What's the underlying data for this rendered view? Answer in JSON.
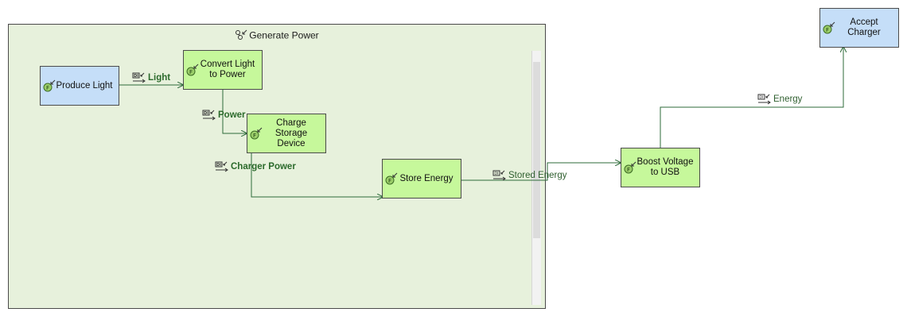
{
  "container": {
    "title": "Generate Power",
    "icon": "function-chain-icon"
  },
  "nodes": {
    "produce_light": {
      "label": "Produce Light",
      "icon": "function-icon",
      "color": "#c5def8"
    },
    "convert_light": {
      "label": "Convert Light\nto Power",
      "icon": "function-icon",
      "color": "#c6f89b"
    },
    "charge_storage": {
      "label": "Charge\nStorage Device",
      "icon": "function-icon",
      "color": "#c6f89b"
    },
    "store_energy": {
      "label": "Store Energy",
      "icon": "function-icon",
      "color": "#c6f89b"
    },
    "boost_voltage": {
      "label": "Boost Voltage\nto USB",
      "icon": "function-icon",
      "color": "#c6f89b"
    },
    "accept_charger": {
      "label": "Accept Charger",
      "icon": "function-icon",
      "color": "#c5def8"
    }
  },
  "flows": {
    "light": "Light",
    "power": "Power",
    "charger_power": "Charger Power",
    "stored_energy": "Stored Energy",
    "energy": "Energy"
  },
  "colors": {
    "edge": "#2e6b3a",
    "container_bg": "#e7f1dc"
  }
}
